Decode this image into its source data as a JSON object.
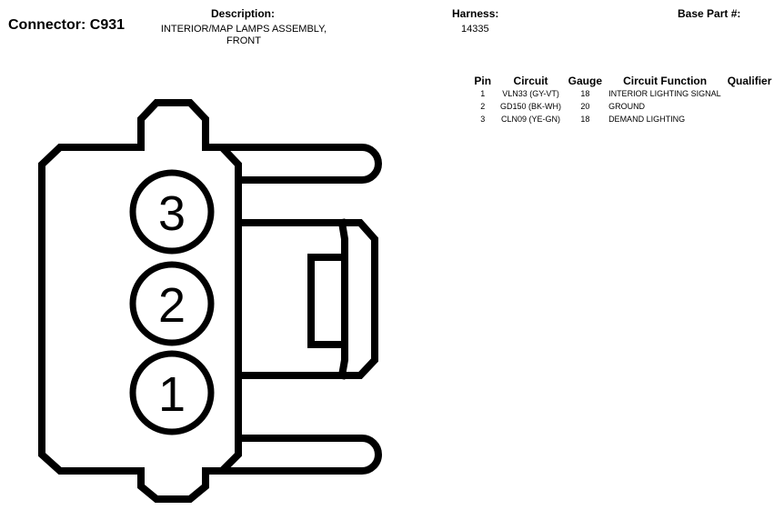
{
  "connector": {
    "title": "Connector: C931"
  },
  "description": {
    "label": "Description:",
    "line1": "INTERIOR/MAP LAMPS ASSEMBLY,",
    "line2": "FRONT"
  },
  "harness": {
    "label": "Harness:",
    "value": "14335"
  },
  "base_part": {
    "label": "Base Part #:"
  },
  "pin_table": {
    "headers": [
      "Pin",
      "Circuit",
      "Gauge",
      "Circuit Function",
      "Qualifier"
    ],
    "rows": [
      {
        "pin": "1",
        "circuit": "VLN33 (GY-VT)",
        "gauge": "18",
        "function": "INTERIOR LIGHTING SIGNAL",
        "qualifier": ""
      },
      {
        "pin": "2",
        "circuit": "GD150 (BK-WH)",
        "gauge": "20",
        "function": "GROUND",
        "qualifier": ""
      },
      {
        "pin": "3",
        "circuit": "CLN09 (YE-GN)",
        "gauge": "18",
        "function": "DEMAND LIGHTING",
        "qualifier": ""
      }
    ]
  },
  "face_pins": [
    {
      "label": "3"
    },
    {
      "label": "2"
    },
    {
      "label": "1"
    }
  ]
}
